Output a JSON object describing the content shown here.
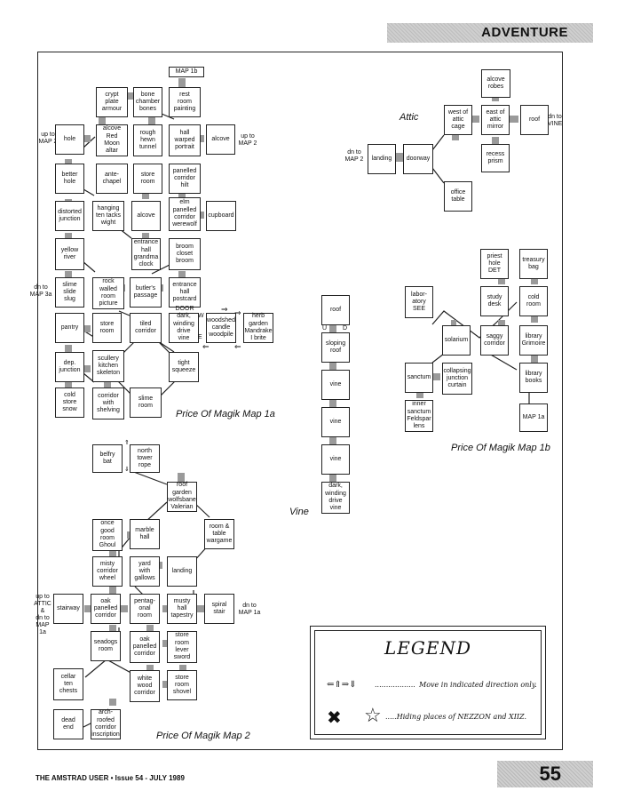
{
  "header": {
    "section": "ADVENTURE"
  },
  "captions": {
    "map1a": "Price Of Magik Map 1a",
    "map1b": "Price Of Magik Map 1b",
    "map2": "Price Of Magik Map 2",
    "attic": "Attic",
    "vine": "Vine"
  },
  "exit_labels": {
    "up_map2_left": "up to\nMAP 2",
    "up_map2_right": "up to\nMAP 2",
    "dn_map3a": "dn to\nMAP 3a",
    "dn_map2": "dn to\nMAP 2",
    "dn_vine": "dn to\nVINE",
    "up_attic": "up to\nATTIC &\ndn to\nMAP 1a",
    "dn_map1a": "dn to\nMAP 1a",
    "door": "DOOR"
  },
  "rooms": {
    "map1b_tag": "MAP 1b",
    "crypt": "crypt\nplate\narmour",
    "bone_chamber": "bone\nchamber\nbones",
    "rest_room": "rest\nroom\npainting",
    "hole": "hole",
    "alcove_red": "alcove\nRed\nMoon\naltar",
    "rough_tunnel": "rough\nhewn\ntunnel",
    "hall_warped": "hall\nwarped\nportrait",
    "alcove_e": "alcove",
    "better_hole": "better\nhole",
    "ante_chapel": "ante-\nchapel",
    "store_room_a": "store\nroom",
    "panelled_corridor": "panelled\ncorridor\nhilt",
    "distorted_junction": "distorted\njunction",
    "hanging_tacks": "hanging\nten tacks\nwight",
    "alcove_c": "alcove",
    "elm_corridor": "elm\npanelled\ncorridor\nwerewolf",
    "cupboard": "cupboard",
    "yellow_river": "yellow\nriver",
    "entrance_hall_clock": "entrance\nhall\ngrandma\nclock",
    "broom_closet": "broom\ncloset\nbroom",
    "slime_slide": "slime\nslide\nslug",
    "rock_room": "rock\nwalled\nroom\npicture",
    "butlers_passage": "butler's\npassage",
    "entrance_hall_pc": "entrance\nhall\npostcard",
    "pantry": "pantry",
    "store_room_b": "store\nroom",
    "tiled_corridor": "tiled\ncorridor",
    "dark_drive": "dark,\nwinding\ndrive\nvine",
    "woodshed": "woodshed\ncandle\nwoodpile",
    "herb_garden": "herb\ngarden\nMandrake\nI brite",
    "dep_junction": "dep.\njunction",
    "scullery": "scullery\nkitchen\nskeleton",
    "tight_squeeze": "tight\nsqueeze",
    "cold_store": "cold\nstore\nsnow",
    "corridor_shelving": "corridor\nwith\nshelving",
    "slime_room": "slime\nroom",
    "alcove_robes": "alcove\nrobes",
    "west_attic": "west of\nattic\ncage",
    "east_attic": "east of\nattic\nmirror",
    "roof_attic": "roof",
    "landing_attic": "landing",
    "doorway": "doorway",
    "recess": "recess\nprism",
    "office": "office\ntable",
    "priest_hole": "priest\nhole\nDET",
    "treasury": "treasury\nbag",
    "cold_room": "cold\nroom",
    "laboratory": "labor-\natory\nSEE",
    "study": "study\ndesk",
    "library_grimoire": "library\nGrimoire",
    "solarium": "solarium",
    "saggy": "saggy\ncorridor",
    "sanctum": "sanctum",
    "collapsing": "collapsing\njunction\ncurtain",
    "library_books": "library\nbooks",
    "inner_sanctum": "inner\nsanctum\nFeldspar\nlens",
    "map1a_tag": "MAP 1a",
    "v_roof": "roof",
    "v_sloping": "sloping\nroof",
    "v_vine1": "vine",
    "v_vine2": "vine",
    "v_vine3": "vine",
    "v_dark": "dark,\nwinding\ndrive\nvine",
    "belfry": "belfry\nbat",
    "north_tower": "north\ntower\nrope",
    "roof_garden": "roof\ngarden\nwolfsbane\nValerian",
    "once_good": "once\ngood\nroom\nGhoul",
    "marble_hall": "marble\nhall",
    "room_table": "room &\ntable\nwargame",
    "misty": "misty\ncorridor\nwheel",
    "yard": "yard\nwith\ngallows",
    "landing2": "landing",
    "stairway": "stairway",
    "oak_corridor_a": "oak\npanelled\ncorridor",
    "pentagonal": "pentag-\nonal\nroom",
    "musty": "musty\nhall\ntapestry",
    "spiral": "spiral\nstair",
    "seadogs": "seadogs\nroom",
    "oak_corridor_b": "oak\npanelled\ncorridor",
    "store_lever": "store\nroom\nlever\nsword",
    "cellar": "cellar\nten\nchests",
    "white_wood": "white\nwood\ncorridor",
    "store_shovel": "store\nroom\nshovel",
    "dead_end": "dead\nend",
    "arch_roofed": "arch-\nroofed\ncorridor\ninscription"
  },
  "compass": {
    "w": "W",
    "e": "E",
    "u": "U",
    "d": "D"
  },
  "legend": {
    "title": "LEGEND",
    "arrows": "⇐⇑⇒⇓",
    "direction_text": "Move in indicated direction only.",
    "hiding_text": ".....Hiding places of NEZZON and XIIZ."
  },
  "footer": {
    "publication": "THE AMSTRAD USER  •  Issue 54 - JULY 1989",
    "page": "55"
  }
}
